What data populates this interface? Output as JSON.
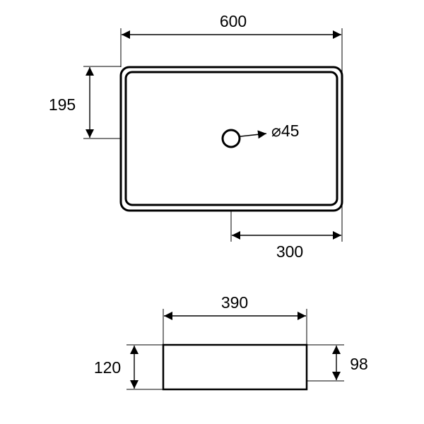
{
  "top_view": {
    "width_label": "600",
    "depth_label": "195",
    "offset_label": "300",
    "drain_label": "⌀45"
  },
  "side_view": {
    "width_label": "390",
    "height_label": "120",
    "inner_height_label": "98"
  }
}
